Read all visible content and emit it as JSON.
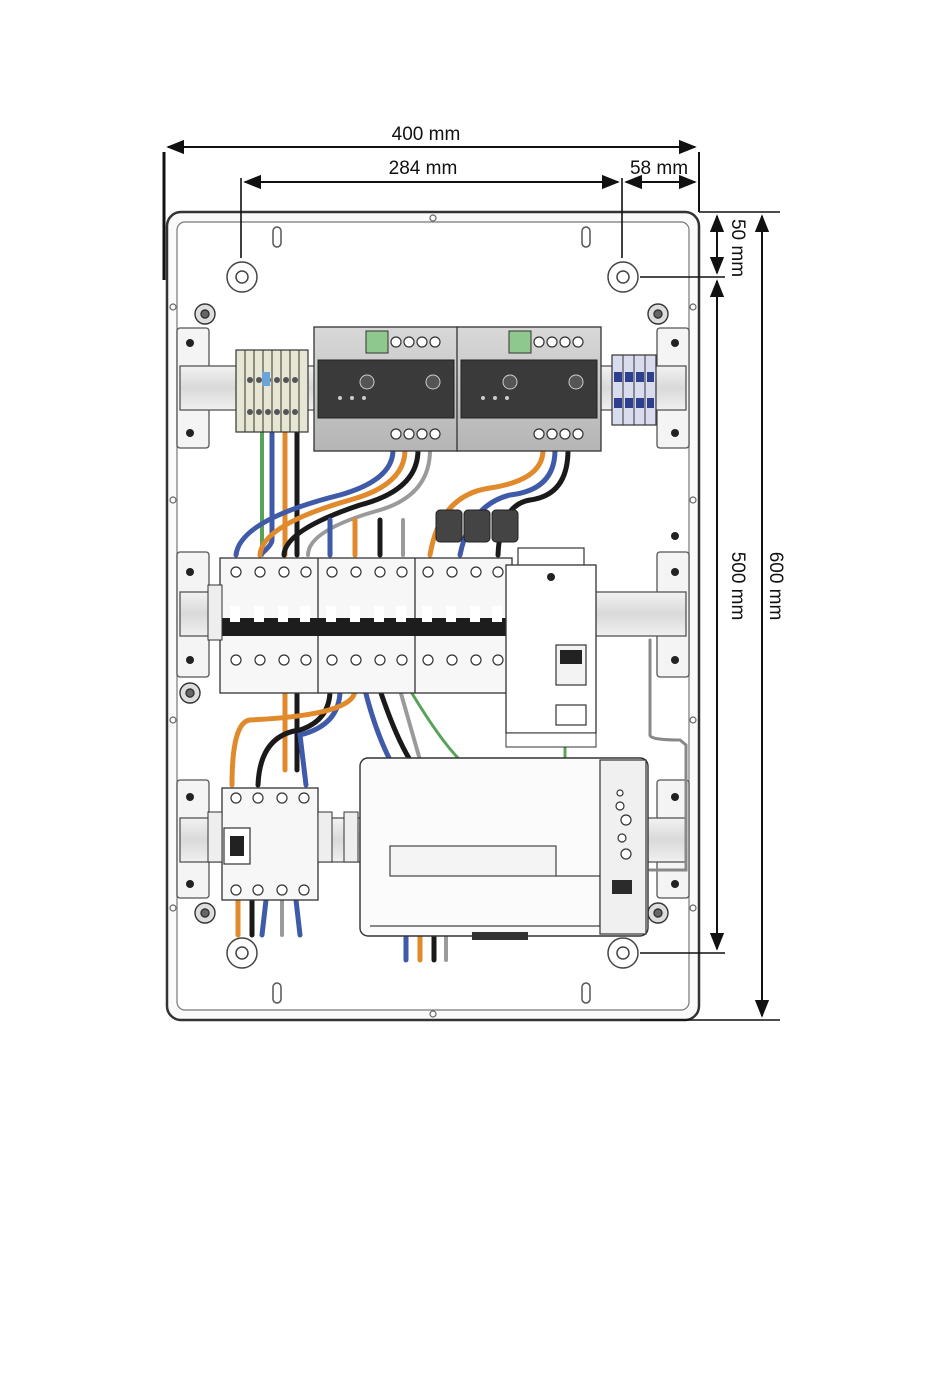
{
  "dimensions": {
    "total_width": "400 mm",
    "hole_spacing_horizontal": "284 mm",
    "hole_edge_offset": "58 mm",
    "top_offset": "50 mm",
    "hole_spacing_vertical": "500 mm",
    "total_height": "600 mm"
  },
  "colors": {
    "blue_wire": "#3e5aa8",
    "orange_wire": "#e08a2c",
    "black_wire": "#1a1a1a",
    "green_wire": "#58a35a",
    "grey_wire": "#9a9a9a"
  }
}
